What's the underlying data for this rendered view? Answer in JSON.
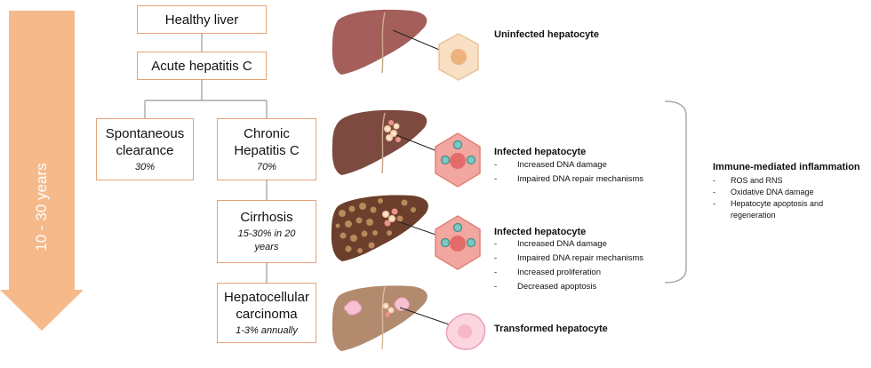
{
  "timeline": {
    "label": "10 - 30 years"
  },
  "stages": {
    "healthy": {
      "title": "Healthy liver"
    },
    "acute": {
      "title": "Acute hepatitis C"
    },
    "spontaneous": {
      "title_line1": "Spontaneous",
      "title_line2": "clearance",
      "subtitle": "30%"
    },
    "chronic": {
      "title_line1": "Chronic",
      "title_line2": "Hepatitis C",
      "subtitle": "70%"
    },
    "cirrhosis": {
      "title": "Cirrhosis",
      "subtitle_line1": "15-30% in 20",
      "subtitle_line2": "years"
    },
    "hcc": {
      "title_line1": "Hepatocellular",
      "title_line2": "carcinoma",
      "subtitle": "1-3% annually"
    }
  },
  "hepatocytes": {
    "uninfected": {
      "label": "Uninfected hepatocyte"
    },
    "infected_chronic": {
      "label": "Infected hepatocyte",
      "items": [
        "Increased DNA damage",
        "Impaired DNA repair mechanisms"
      ]
    },
    "infected_cirrhosis": {
      "label": "Infected hepatocyte",
      "items": [
        "Increased DNA damage",
        "Impaired DNA repair mechanisms",
        "Increased proliferation",
        "Decreased apoptosis"
      ]
    },
    "transformed": {
      "label": "Transformed hepatocyte"
    }
  },
  "immune": {
    "title": "Immune-mediated inflammation",
    "items": [
      "ROS and RNS",
      "Oxidative DNA damage",
      "Hepatocyte apoptosis and regeneration"
    ]
  },
  "colors": {
    "arrow": "#f5b98a",
    "box_border": "#e6a27a",
    "liver_healthy": "#a45f5a",
    "liver_chronic": "#7c4a3e",
    "liver_cirrhosis": "#6b3f2b",
    "liver_hcc": "#b28a6e",
    "cell_normal": "#f9dfc4",
    "cell_infected": "#f2a6a0",
    "cell_transformed": "#fbd6df"
  }
}
